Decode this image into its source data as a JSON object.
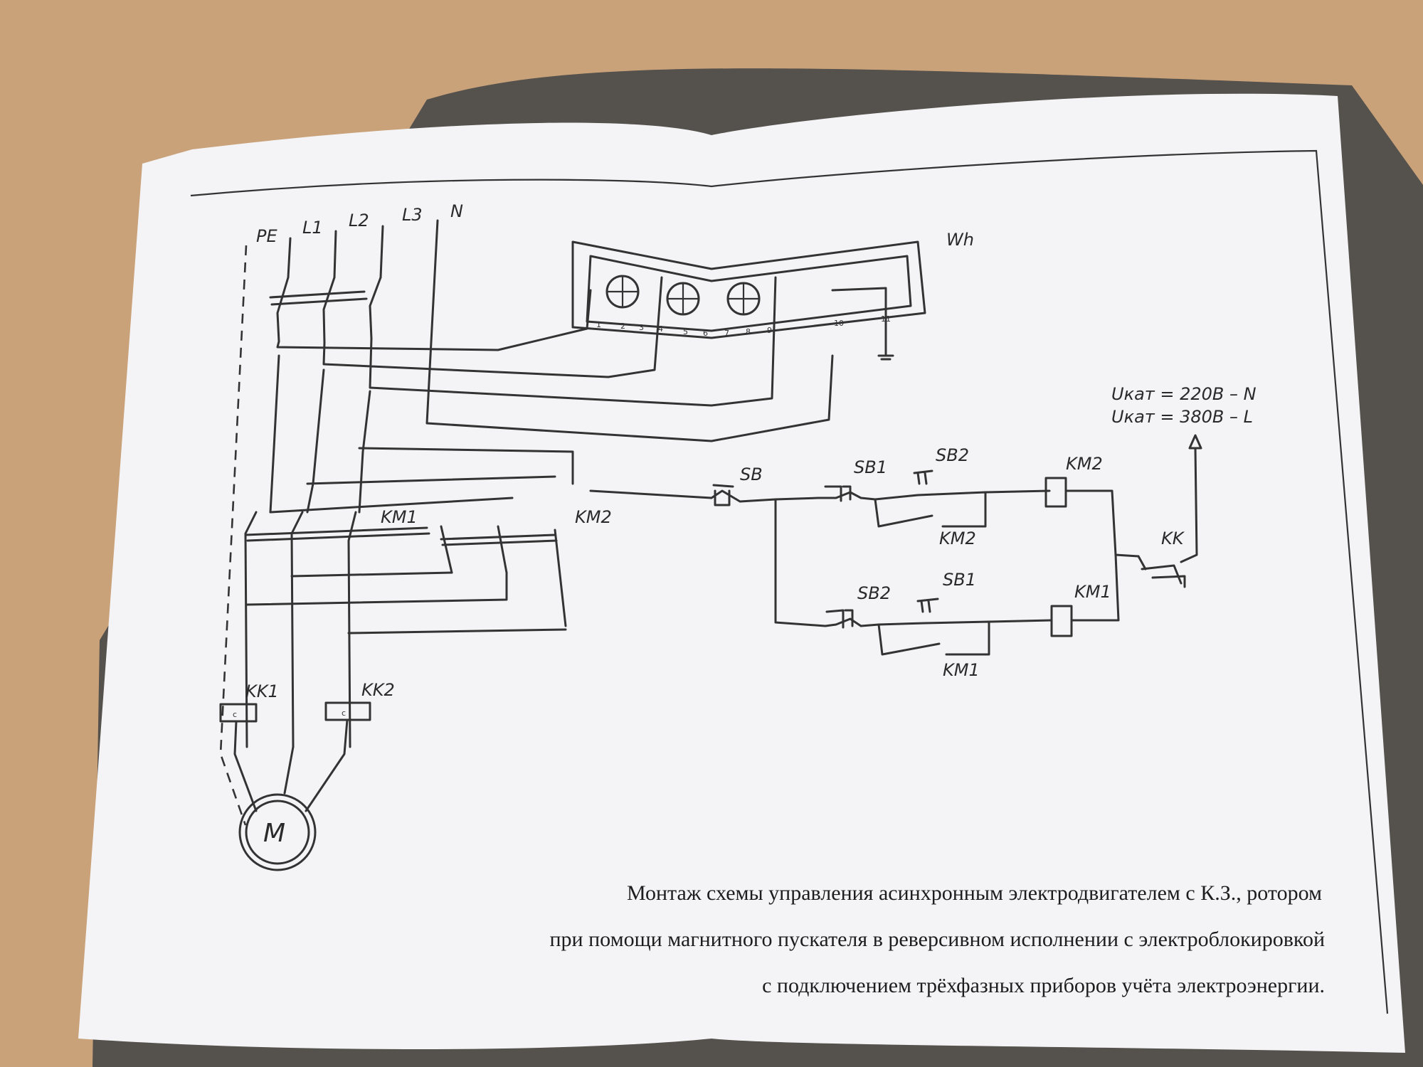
{
  "labels": {
    "pe": "PE",
    "l1": "L1",
    "l2": "L2",
    "l3": "L3",
    "n": "N",
    "wh": "Wh",
    "km1_power": "KM1",
    "km2_power": "KM2",
    "kk1": "KK1",
    "kk2": "KK2",
    "motor": "M",
    "sb": "SB",
    "sb1_top": "SB1",
    "sb2_top": "SB2",
    "km2_coil": "KM2",
    "km2_contact": "KM2",
    "sb2_bottom": "SB2",
    "sb1_bottom": "SB1",
    "km1_coil": "KM1",
    "km1_contact": "KM1",
    "kk": "KK",
    "ucat_1": "Uкат = 220В  – N",
    "ucat_2": "Uкат = 380В  – L",
    "coil_kk1": "c",
    "coil_kk2": "c"
  },
  "meter_terminals": [
    "1",
    "2",
    "3",
    "4",
    "5",
    "6",
    "7",
    "8",
    "9",
    "10",
    "11"
  ],
  "caption": [
    "Монтаж схемы управления асинхронным электродвигателем с К.З., ротором",
    "при помощи магнитного пускателя в реверсивном исполнении с электроблокировкой",
    "с подключением трёхфазных приборов учёта электроэнергии."
  ],
  "colors": {
    "paper": "#f4f4f6",
    "ink": "#333333",
    "table": "#c9a27a",
    "fabric": "#55514c"
  }
}
